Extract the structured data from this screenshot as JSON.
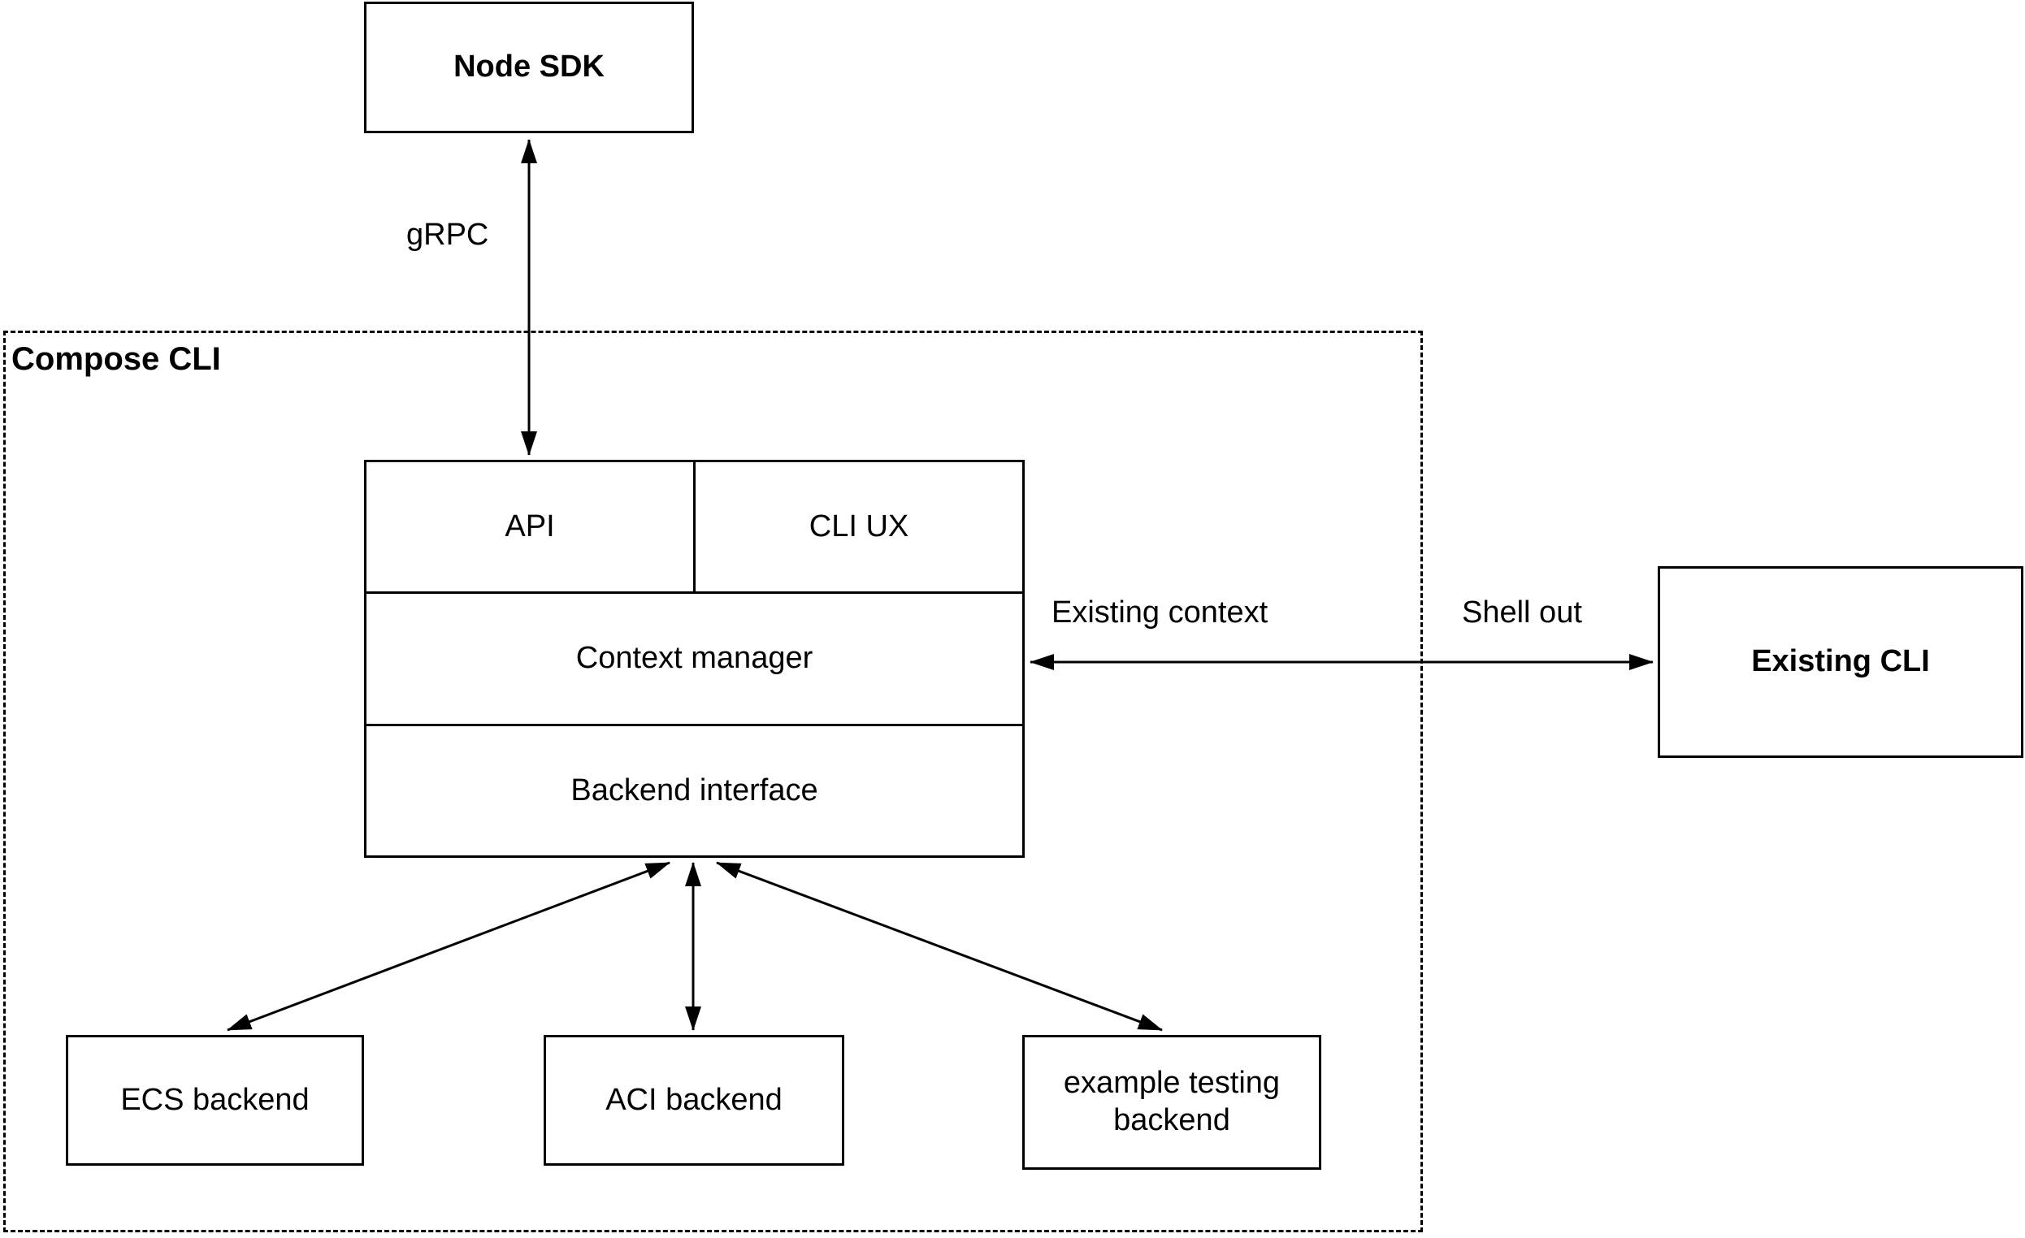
{
  "nodes": {
    "node_sdk": {
      "label": "Node SDK"
    },
    "compose_cli_container": {
      "label": "Compose CLI"
    },
    "api": {
      "label": "API"
    },
    "cli_ux": {
      "label": "CLI UX"
    },
    "context_manager": {
      "label": "Context manager"
    },
    "backend_interface": {
      "label": "Backend interface"
    },
    "existing_cli": {
      "label": "Existing CLI"
    },
    "ecs_backend": {
      "label": "ECS backend"
    },
    "aci_backend": {
      "label": "ACI backend"
    },
    "example_testing_backend": {
      "label": "example testing backend"
    }
  },
  "edges": {
    "grpc": {
      "label": "gRPC",
      "from": "node_sdk",
      "to": "api",
      "style": "double-arrow"
    },
    "existing_context": {
      "label": "Existing context",
      "from": "context_manager",
      "to": "existing_cli",
      "style": "double-arrow"
    },
    "shell_out": {
      "label": "Shell out",
      "from": "context_manager",
      "to": "existing_cli",
      "style": "double-arrow"
    },
    "to_ecs": {
      "label": "",
      "from": "backend_interface",
      "to": "ecs_backend",
      "style": "double-arrow"
    },
    "to_aci": {
      "label": "",
      "from": "backend_interface",
      "to": "aci_backend",
      "style": "double-arrow"
    },
    "to_example_testing": {
      "label": "",
      "from": "backend_interface",
      "to": "example_testing_backend",
      "style": "double-arrow"
    }
  },
  "colors": {
    "line": "#000000",
    "text": "#000000",
    "background": "#ffffff"
  }
}
